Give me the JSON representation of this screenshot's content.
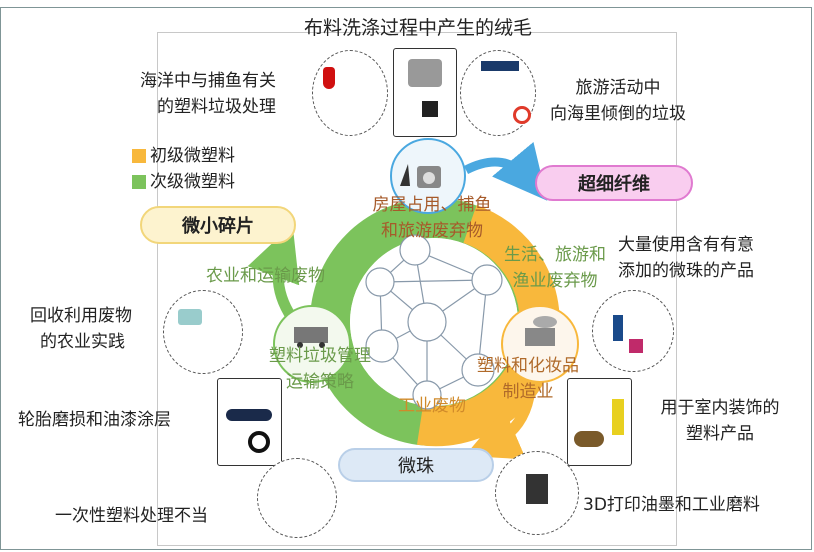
{
  "title": "布料洗涤过程中产生的绒毛",
  "legend": [
    {
      "label": "初级微塑料",
      "color": "#f8b83c"
    },
    {
      "label": "次级微塑料",
      "color": "#7cc35c"
    }
  ],
  "categories": {
    "fragments": "微小碎片",
    "fibers": "超细纤维",
    "microbeads": "微珠"
  },
  "sources": {
    "fishing": [
      "海洋中与捕鱼有关",
      "的塑料垃圾处理"
    ],
    "tourism": [
      "旅游活动中",
      "向海里倾倒的垃圾"
    ],
    "agriculture": [
      "回收利用废物",
      "的农业实践"
    ],
    "tires": "轮胎磨损和油漆涂层",
    "disposable": "一次性塑料处理不当",
    "microbead_products": [
      "大量使用含有有意",
      "添加的微珠的产品"
    ],
    "interior": [
      "用于室内装饰的",
      "塑料产品"
    ],
    "printing": "3D打印油墨和工业磨料"
  },
  "cycle": {
    "housing": [
      "房屋占用、捕鱼",
      "和旅游废弃物"
    ],
    "life": [
      "生活、旅游和",
      "渔业废弃物"
    ],
    "agri_transport": "农业和运输废物",
    "management": [
      "塑料垃圾管理",
      "运输策略"
    ],
    "manufacturing": [
      "塑料和化妆品",
      "制造业"
    ],
    "industrial": "工业废物"
  },
  "colors": {
    "green": "#7cc35c",
    "orange": "#f8b83c",
    "blue": "#4aa8e0",
    "brown": "#a65a2a",
    "greenText": "#6a9a4a"
  }
}
